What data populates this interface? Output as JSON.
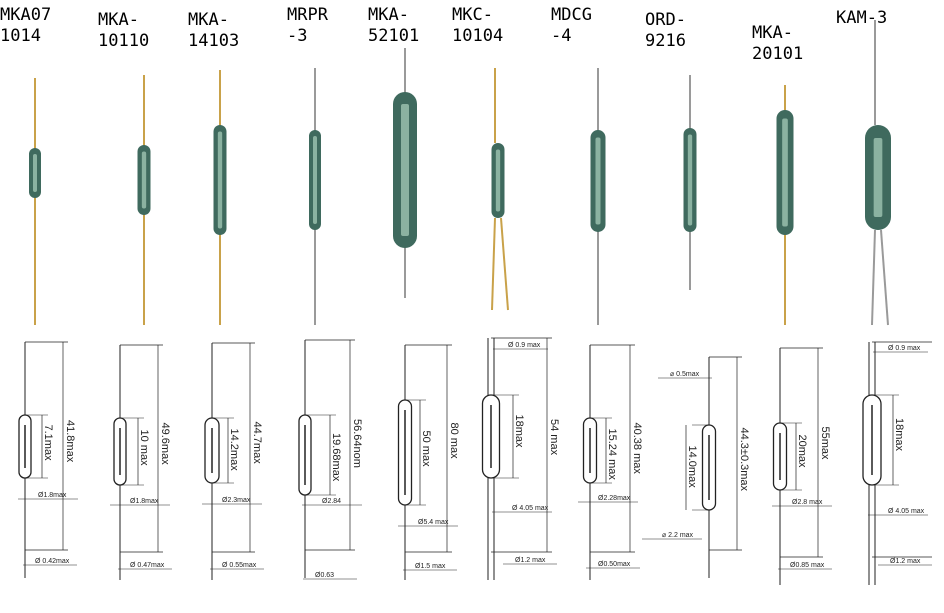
{
  "switches": [
    {
      "model": "MKA07\n1014",
      "length": "41.8max",
      "body_length": "7.1max",
      "body_diameter": "Ø1.8max",
      "lead_diameter": "Ø 0.42max"
    },
    {
      "model": "MKA-\n10110",
      "length": "49.6max",
      "body_length": "10 max",
      "body_diameter": "Ø1.8max",
      "lead_diameter": "Ø 0.47max"
    },
    {
      "model": "MKA-\n14103",
      "length": "44.7max",
      "body_length": "14.2max",
      "body_diameter": "Ø2.3max",
      "lead_diameter": "Ø 0.55max"
    },
    {
      "model": "MRPR\n-3",
      "length": "56.64nom",
      "body_length": "19.68max",
      "body_diameter": "Ø2.84",
      "lead_diameter": "Ø0.63"
    },
    {
      "model": "MKA-\n52101",
      "length": "80 max",
      "body_length": "50 max",
      "body_diameter": "Ø5.4 max",
      "lead_diameter": "Ø1.5 max"
    },
    {
      "model": "MKC-\n10104",
      "length": "54 max",
      "body_length": "18max",
      "body_diameter": "Ø 4.05 max",
      "lead_diameter": "Ø1.2 max",
      "top_lead_diameter": "Ø 0.9 max"
    },
    {
      "model": "MDCG\n-4",
      "length": "40.38 max",
      "body_length": "15.24 max",
      "body_diameter": "Ø2.28max",
      "lead_diameter": "Ø0.50max"
    },
    {
      "model": "ORD-\n9216",
      "length": "44.3±0.3max",
      "body_length": "14.0max",
      "body_diameter": "⌀ 2.2 max",
      "lead_diameter": "⌀ 0.5max"
    },
    {
      "model": "MKA-\n20101",
      "length": "55max",
      "body_length": "20max",
      "body_diameter": "Ø2.8 max",
      "lead_diameter": "Ø0.85 max"
    },
    {
      "model": "KAM-3",
      "body_length": "18max",
      "body_diameter": "Ø 4.05 max",
      "lead_diameter": "Ø1.2 max",
      "top_lead_diameter": "Ø 0.9 max"
    }
  ],
  "colors": {
    "glass": "#3f6a5e",
    "glass_highlight": "#9fc4b2",
    "lead_gold": "#c9a24a",
    "lead_silver": "#9a9a9a",
    "line": "#222222"
  }
}
